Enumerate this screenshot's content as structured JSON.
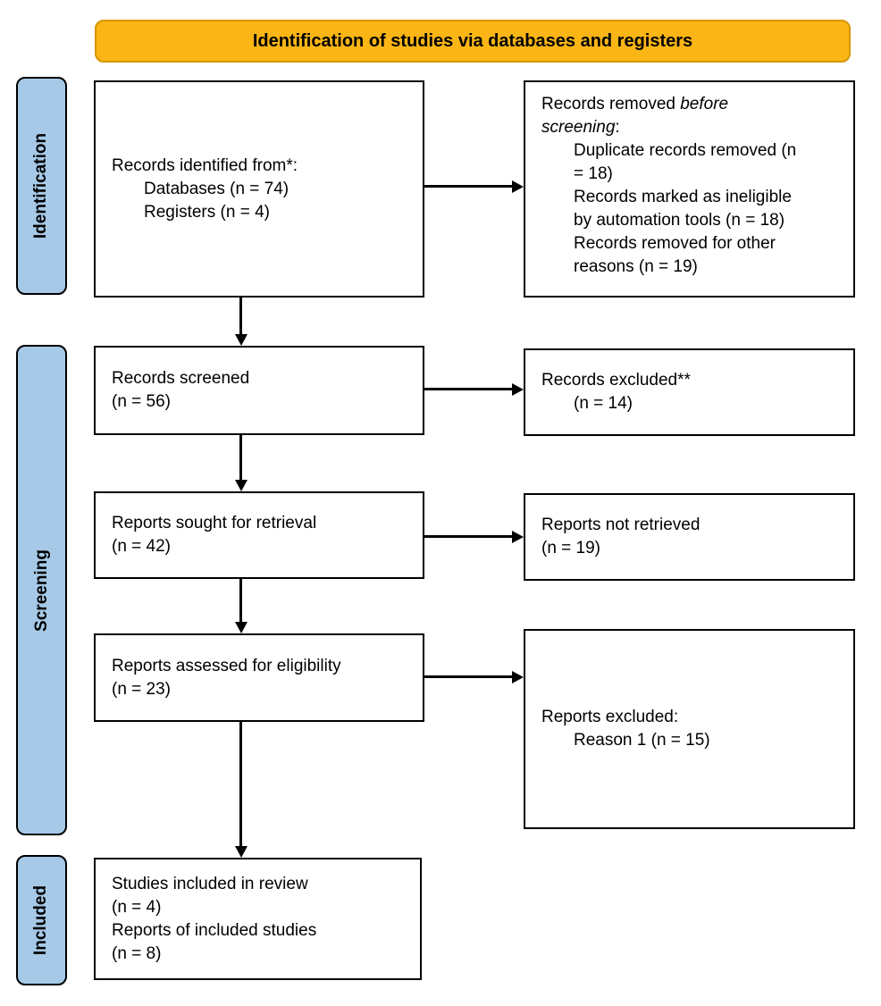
{
  "banner": {
    "title": "Identification of studies via databases and registers"
  },
  "stages": {
    "identification": "Identification",
    "screening": "Screening",
    "included": "Included"
  },
  "colors": {
    "banner_fill": "#FBB515",
    "banner_border": "#D79600",
    "stage_fill": "#A6C9E8",
    "box_border": "#000000"
  },
  "boxes": {
    "identified": {
      "title": "Records identified from*:",
      "items": [
        "Databases (n = 74)",
        "Registers (n = 4)"
      ]
    },
    "removed": {
      "title_prefix": "Records removed ",
      "title_italic_line1": "before",
      "title_italic_line2": "screening",
      "title_suffix": ":",
      "items": [
        "Duplicate records removed (n = 18)",
        "Records marked as ineligible by automation tools (n = 18)",
        "Records removed for other reasons (n = 19)"
      ]
    },
    "screened": {
      "lines": [
        "Records screened",
        "(n = 56)"
      ]
    },
    "excluded": {
      "title": "Records excluded**",
      "items": [
        "(n = 14)"
      ]
    },
    "sought": {
      "lines": [
        "Reports sought for retrieval",
        "(n = 42)"
      ]
    },
    "not_retrieved": {
      "lines": [
        "Reports not retrieved",
        "(n = 19)"
      ]
    },
    "assessed": {
      "lines": [
        "Reports assessed for eligibility",
        "(n = 23)"
      ]
    },
    "reports_excluded": {
      "title": "Reports excluded:",
      "items": [
        "Reason 1 (n = 15)"
      ]
    },
    "included": {
      "lines": [
        "Studies included in review",
        "(n = 4)",
        "Reports of included studies",
        "(n = 8)"
      ]
    }
  }
}
